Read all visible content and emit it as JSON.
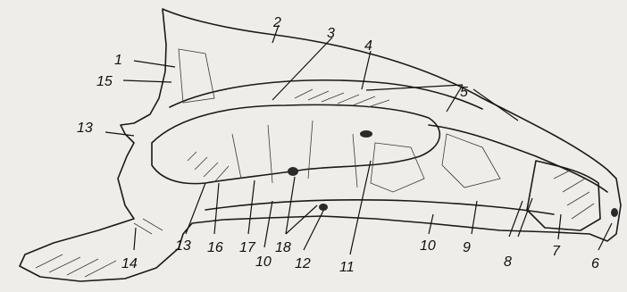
{
  "diagram": {
    "labels": [
      {
        "id": "l1",
        "text": "1"
      },
      {
        "id": "l2",
        "text": "2"
      },
      {
        "id": "l3",
        "text": "3"
      },
      {
        "id": "l4",
        "text": "4"
      },
      {
        "id": "l5",
        "text": "5"
      },
      {
        "id": "l15",
        "text": "15"
      },
      {
        "id": "l13a",
        "text": "13"
      },
      {
        "id": "l13b",
        "text": "13"
      },
      {
        "id": "l14",
        "text": "14"
      },
      {
        "id": "l16",
        "text": "16"
      },
      {
        "id": "l17",
        "text": "17"
      },
      {
        "id": "l10a",
        "text": "10"
      },
      {
        "id": "l18",
        "text": "18"
      },
      {
        "id": "l12",
        "text": "12"
      },
      {
        "id": "l11",
        "text": "11"
      },
      {
        "id": "l10b",
        "text": "10"
      },
      {
        "id": "l9",
        "text": "9"
      },
      {
        "id": "l8",
        "text": "8"
      },
      {
        "id": "l7",
        "text": "7"
      },
      {
        "id": "l6",
        "text": "6"
      }
    ]
  }
}
